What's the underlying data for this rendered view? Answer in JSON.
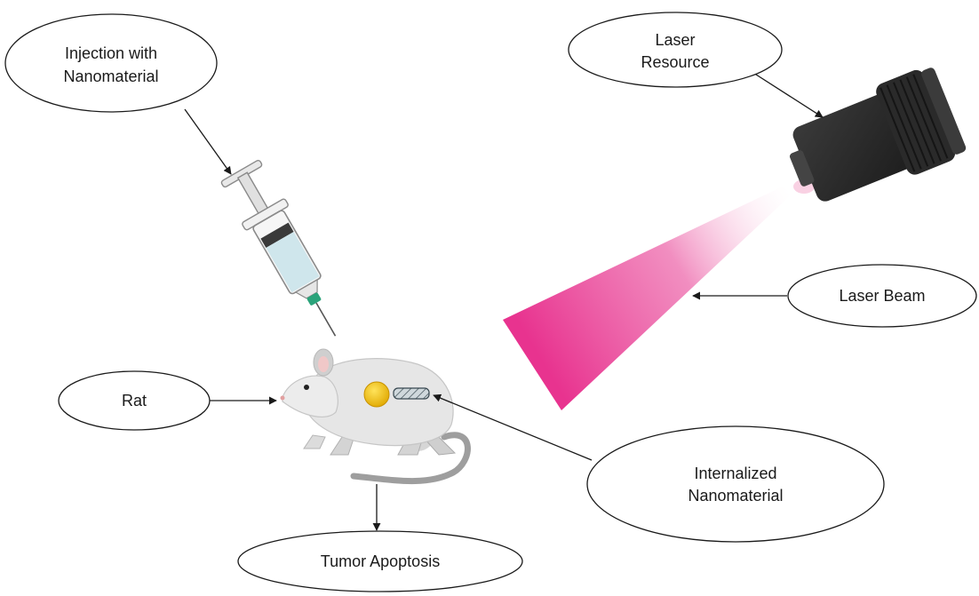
{
  "labels": {
    "injection_line1": "Injection with",
    "injection_line2": "Nanomaterial",
    "laser_resource_line1": "Laser",
    "laser_resource_line2": "Resource",
    "laser_beam": "Laser Beam",
    "rat": "Rat",
    "internalized_line1": "Internalized",
    "internalized_line2": "Nanomaterial",
    "tumor_apoptosis": "Tumor Apoptosis"
  },
  "colors": {
    "beam": "#e8338f",
    "nanoparticle": "#f5c400",
    "syringe_liquid": "#cfe6ec",
    "needle_hub": "#2aa37a",
    "laser_body": "#2b2b2b",
    "rat_body": "#e6e6e6"
  },
  "icons": [
    "syringe-icon",
    "laser-device-icon",
    "rat-icon",
    "nanoparticle-icon",
    "nanotube-icon"
  ]
}
